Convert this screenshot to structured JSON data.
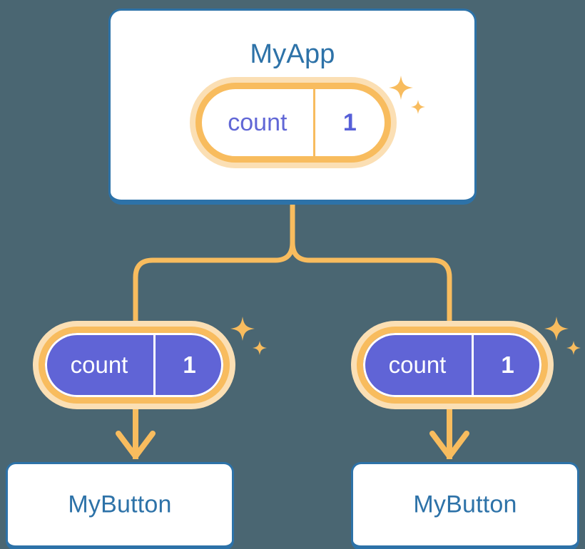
{
  "background_color": "#4a6672",
  "palette": {
    "card_border_blue": "#2d72a8",
    "card_text_blue": "#2d72a8",
    "card_fill": "#ffffff",
    "pill_ring_orange": "#f8bc5e",
    "pill_halo_orange": "#fbdfb4",
    "pill_fill_purple": "#6064d6",
    "pill_text_purple": "#6167d6",
    "pill_text_white": "#ffffff",
    "connector_orange": "#f8bc5e",
    "sparkle_orange": "#f8bc5e"
  },
  "diagram": {
    "type": "component-tree",
    "title": "",
    "nodes": [
      {
        "id": "app",
        "label": "MyApp",
        "kind": "component-card",
        "state": {
          "key": "count",
          "value": "1",
          "style": "outline"
        }
      },
      {
        "id": "state-left",
        "label": "count",
        "kind": "state-pill",
        "state": {
          "key": "count",
          "value": "1",
          "style": "filled"
        }
      },
      {
        "id": "state-right",
        "label": "count",
        "kind": "state-pill",
        "state": {
          "key": "count",
          "value": "1",
          "style": "filled"
        }
      },
      {
        "id": "button-left",
        "label": "MyButton",
        "kind": "component-card"
      },
      {
        "id": "button-right",
        "label": "MyButton",
        "kind": "component-card"
      }
    ],
    "edges": [
      {
        "from": "app",
        "to": "state-left",
        "style": "elbow"
      },
      {
        "from": "app",
        "to": "state-right",
        "style": "elbow"
      },
      {
        "from": "state-left",
        "to": "button-left",
        "style": "arrow"
      },
      {
        "from": "state-right",
        "to": "button-right",
        "style": "arrow"
      }
    ]
  },
  "app_card": {
    "title": "MyApp",
    "pill": {
      "key": "count",
      "value": "1"
    }
  },
  "left_branch": {
    "pill": {
      "key": "count",
      "value": "1"
    },
    "button": {
      "title": "MyButton"
    }
  },
  "right_branch": {
    "pill": {
      "key": "count",
      "value": "1"
    },
    "button": {
      "title": "MyButton"
    }
  },
  "icons": {
    "sparkle_large": "sparkle-four-point-icon",
    "sparkle_small": "sparkle-four-point-small-icon",
    "arrow": "arrow-down-icon"
  }
}
